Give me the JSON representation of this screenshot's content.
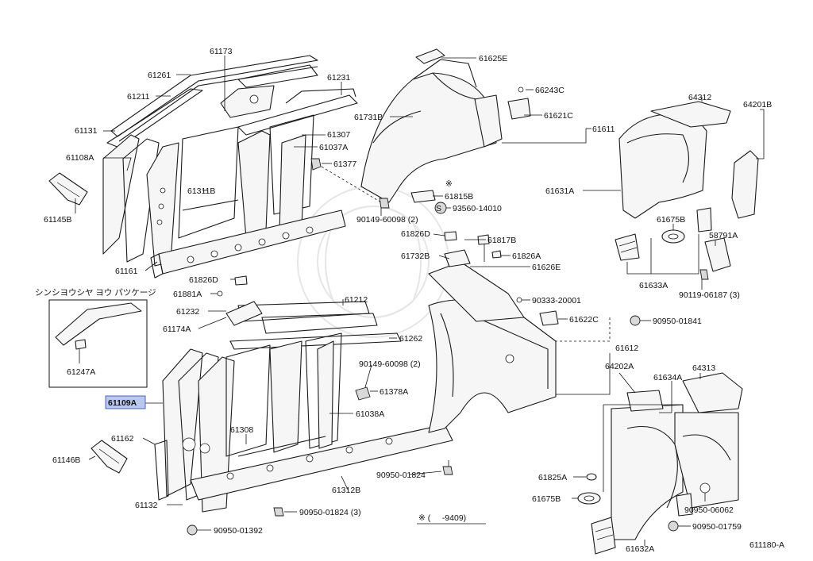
{
  "parts": {
    "p61173": "61173",
    "p61261": "61261",
    "p61211": "61211",
    "p61231": "61231",
    "p61131": "61131",
    "p61307": "61307",
    "p61037A": "61037A",
    "p61108A": "61108A",
    "p61377": "61377",
    "p61311B": "61311B",
    "p61145B": "61145B",
    "p61161": "61161",
    "p61625E": "61625E",
    "p66243C": "66243C",
    "p61621C": "61621C",
    "p61731B": "61731B",
    "p61611": "61611",
    "p61815B": "61815B",
    "p90149_60098_top": "90149-60098 (2)",
    "p93560": "93560-14010",
    "p61826D_top": "61826D",
    "p61817B": "61817B",
    "p61732B": "61732B",
    "p61826A": "61826A",
    "p61626E": "61626E",
    "p64312": "64312",
    "p64201B": "64201B",
    "p61631A": "61631A",
    "p61675B_top": "61675B",
    "p58791A": "58791A",
    "p61633A": "61633A",
    "p90119": "90119-06187 (3)",
    "p61826D_mid": "61826D",
    "p61881A": "61881A",
    "p61232": "61232",
    "p61174A": "61174A",
    "p61212": "61212",
    "p90333": "90333-20001",
    "p61622C": "61622C",
    "p90950_01841": "90950-01841",
    "p61262": "61262",
    "p61612": "61612",
    "p90149_60098_mid": "90149-60098 (2)",
    "p61378A": "61378A",
    "p61109A": "61109A",
    "p61038A": "61038A",
    "p61308": "61308",
    "p61162": "61162",
    "p61146B": "61146B",
    "p61312B": "61312B",
    "p90950_01824": "90950-01824",
    "p90950_01824_3": "90950-01824 (3)",
    "p61132": "61132",
    "p90950_01392": "90950-01392",
    "p64202A": "64202A",
    "p61634A": "61634A",
    "p64313": "64313",
    "p61825A": "61825A",
    "p61675B_bot": "61675B",
    "p90950_06062": "90950-06062",
    "p90950_01759": "90950-01759",
    "p61632A": "61632A",
    "p61247A": "61247A",
    "p61180A": "611180-A"
  },
  "package_label": "シンシヨウシヤ ヨウ  パツケージ",
  "marks": {
    "star": "※",
    "range_note": "※ (     -9409)"
  },
  "colors": {
    "highlight": "#b9c8ee",
    "highlight_border": "#4a66c8"
  }
}
